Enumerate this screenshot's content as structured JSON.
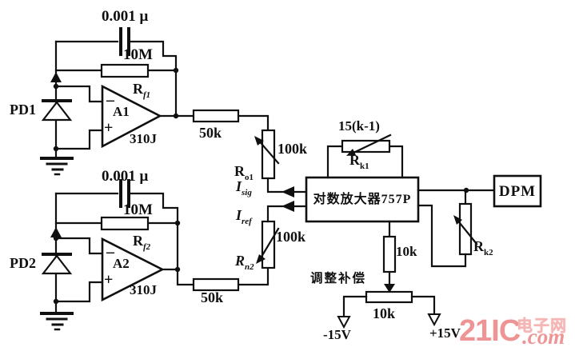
{
  "colors": {
    "ink": "#101010",
    "background": "#ffffff",
    "watermark": "#ef9495",
    "watermark_soft": "#f5b5b5"
  },
  "channel1": {
    "cap_value": "0.001 μ",
    "feedback_resistor": "10M",
    "photodiode": "PD1",
    "opamp_minus": "–",
    "opamp_name": "A1",
    "opamp_plus": "+",
    "opamp_part": "310J",
    "feedback_label": {
      "base": "R",
      "sub": "f1"
    },
    "series_resistor": "50k",
    "var_resistor": "100k",
    "node_resistor": {
      "base": "R",
      "sub": "o1"
    },
    "current": {
      "base": "I",
      "sub": "sig"
    }
  },
  "channel2": {
    "cap_value": "0.001 μ",
    "feedback_resistor": "10M",
    "photodiode": "PD2",
    "opamp_minus": "–",
    "opamp_name": "A2",
    "opamp_plus": "+",
    "opamp_part": "310J",
    "feedback_label": {
      "base": "R",
      "sub": "f2"
    },
    "series_resistor": "50k",
    "var_resistor": "100k",
    "node_resistor": {
      "base": "R",
      "sub": "n2"
    },
    "current": {
      "base": "I",
      "sub": "ref"
    }
  },
  "log_amp": {
    "title": "对数放大器757P",
    "scale_value": "15(k-1)",
    "scale_resistor": {
      "base": "R",
      "sub": "k1"
    },
    "output_resistor": {
      "base": "R",
      "sub": "k2"
    },
    "offset_resistor": "10k",
    "trim_label": "调整补偿",
    "trim_pot": "10k",
    "v_negative": "-15V",
    "v_positive": "+15V"
  },
  "display": {
    "label": "DPM"
  },
  "watermark": {
    "brand": "21IC",
    "tld": ".com",
    "site": "电子网"
  }
}
